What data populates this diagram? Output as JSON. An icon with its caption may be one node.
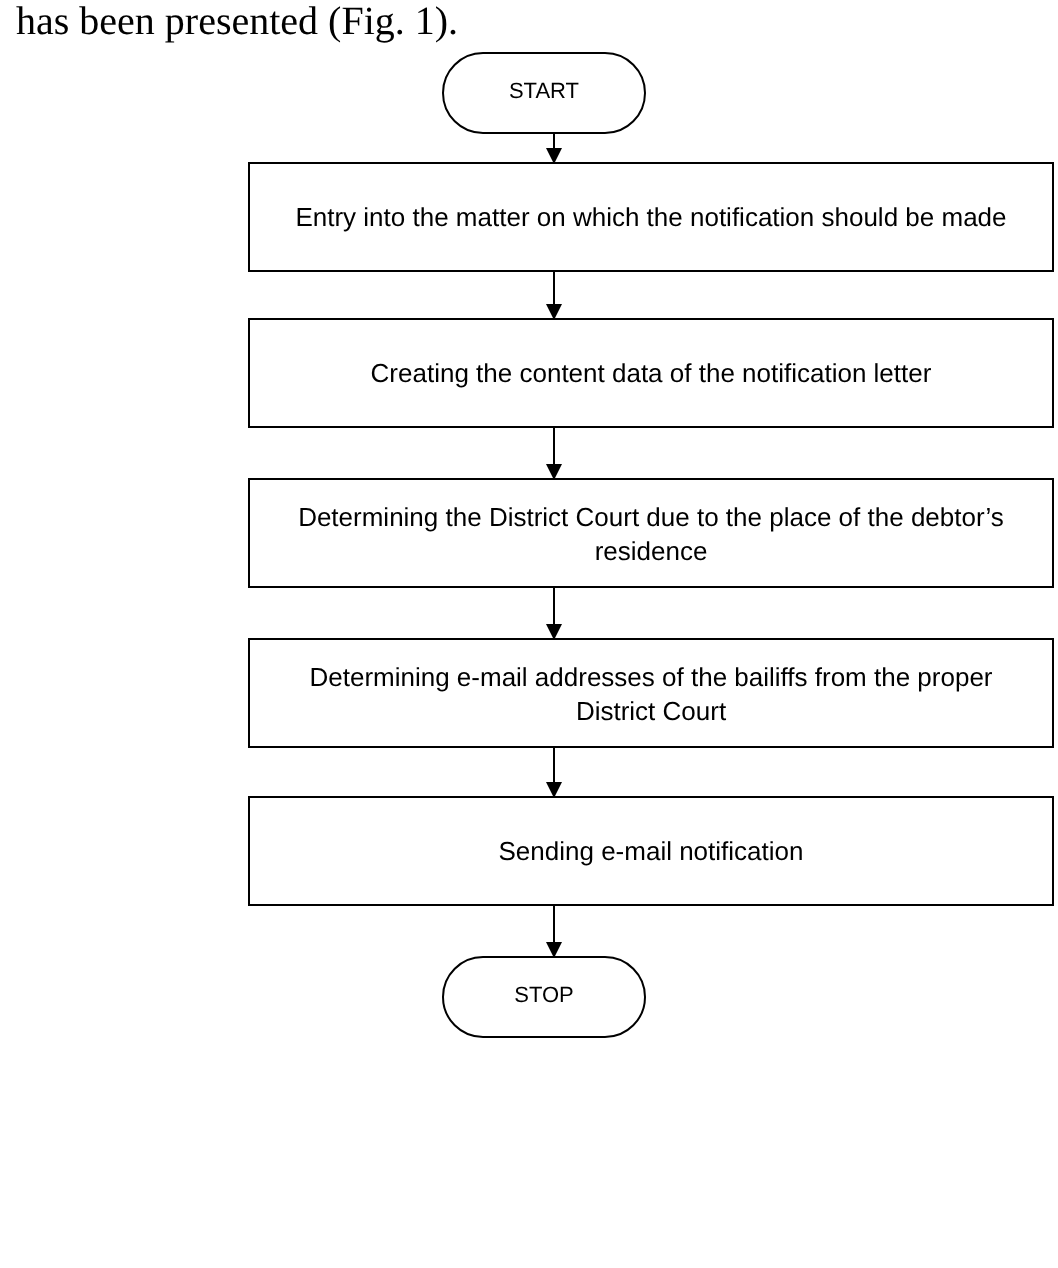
{
  "diagram": {
    "nodes": [
      {
        "text": [
          "START"
        ]
      },
      {
        "text": [
          "Entry into the matter on which the notification should be made"
        ]
      },
      {
        "text": [
          "Creating the content data of the notification letter"
        ]
      },
      {
        "text": [
          "Determining the District Court due to the place of the debtor’s residence"
        ]
      },
      {
        "text": [
          "Determining e-mail addresses of the bailiffs from the proper District Court"
        ]
      },
      {
        "text": [
          "Sending e-mail notification"
        ]
      },
      {
        "text": [
          "STOP"
        ]
      }
    ],
    "edges": [
      {
        "from": 0,
        "to": 1,
        "arrow": "to"
      },
      {
        "from": 1,
        "to": 2,
        "arrow": "to"
      },
      {
        "from": 2,
        "to": 3,
        "arrow": "to"
      },
      {
        "from": 3,
        "to": 4,
        "arrow": "to"
      },
      {
        "from": 4,
        "to": 5,
        "arrow": "to"
      },
      {
        "from": 5,
        "to": 6,
        "arrow": "to"
      }
    ],
    "labels": [
      "has been presented (Fig. 1)."
    ]
  }
}
